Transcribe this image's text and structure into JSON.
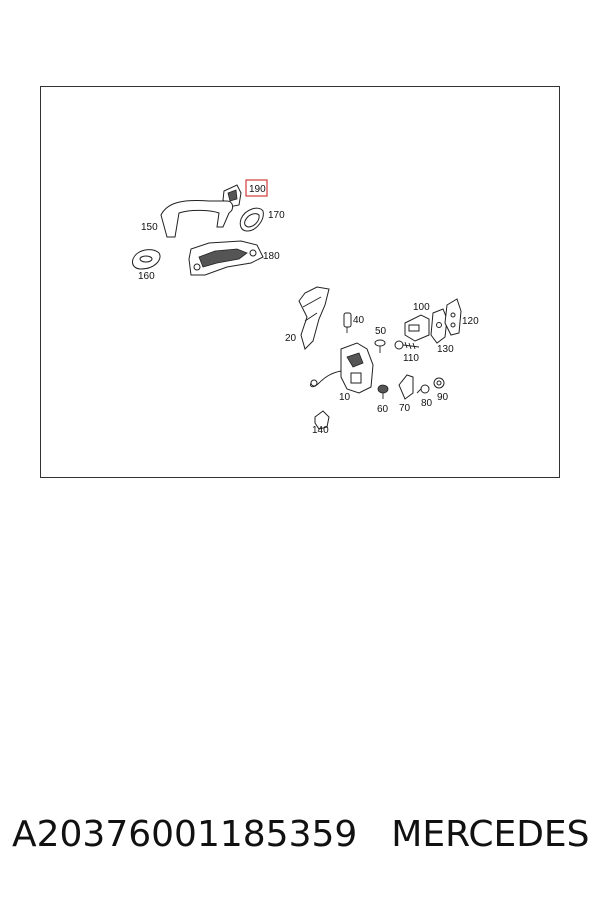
{
  "diagram": {
    "callouts": {
      "c190": "190",
      "c150": "150",
      "c170": "170",
      "c160": "160",
      "c180": "180",
      "c100": "100",
      "c120": "120",
      "c40": "40",
      "c50": "50",
      "c20": "20",
      "c110": "110",
      "c130": "130",
      "c10": "10",
      "c60": "60",
      "c70": "70",
      "c80": "80",
      "c90": "90",
      "c140": "140"
    },
    "highlight_color": "#d23a3a",
    "highlighted_callout": "190"
  },
  "caption": {
    "part_number": "A20376001185359",
    "brand": "MERCEDES"
  }
}
